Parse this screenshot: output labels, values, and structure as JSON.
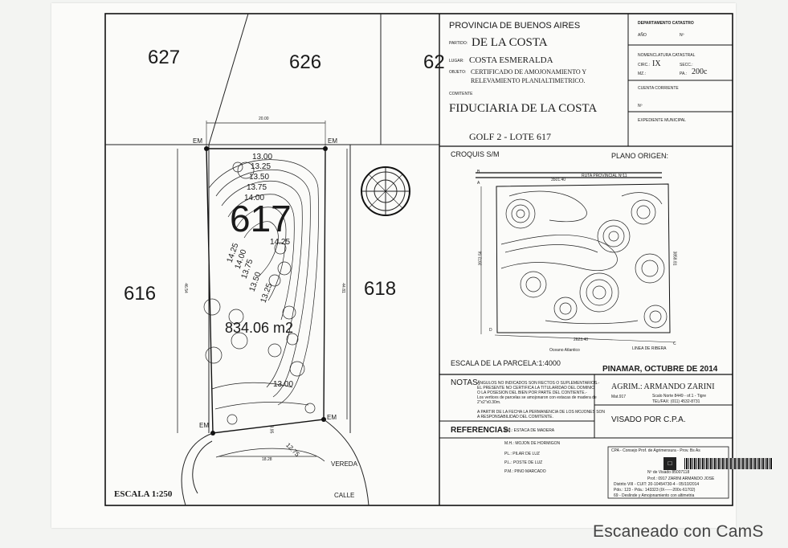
{
  "lots": {
    "n627": "627",
    "n626": "626",
    "n62x": "62",
    "n616": "616",
    "n618": "618",
    "n617": "617",
    "area": "834.06 m2"
  },
  "dimensions": {
    "top_width": "20.00",
    "left_side": "46.54",
    "right_side": "44.81",
    "bottom_width": "18.28",
    "bottom_arc": "12.75",
    "bottom_small": "8.95"
  },
  "contours": [
    "13.00",
    "13.25",
    "13.50",
    "13.75",
    "14.00",
    "14.25",
    "14.00",
    "13.75",
    "13.50",
    "13.25",
    "13.00"
  ],
  "contour_mid": "14.25",
  "contour_bottom": "13.00",
  "markers": {
    "em": "EM"
  },
  "streets": {
    "vereda": "VEREDA",
    "calle": "CALLE"
  },
  "scale_main": "ESCALA 1:250",
  "header": {
    "province": "PROVINCIA DE BUENOS AIRES",
    "partido_label": "PARTIDO:",
    "partido": "DE LA COSTA",
    "lugar_label": "LUGAR:",
    "lugar": "COSTA ESMERALDA",
    "objeto_label": "OBJETO:",
    "objeto1": "CERTIFICADO DE AMOJONAMIENTO Y",
    "objeto2": "RELEVAMIENTO PLANIALTIMETRICO.",
    "comitente_label": "COMITENTE",
    "comitente": "FIDUCIARIA DE LA COSTA",
    "golf": "GOLF 2 - LOTE 617"
  },
  "catastro": {
    "dept": "DEPARTAMENTO CATASTRO",
    "anio": "AÑO",
    "num": "Nº",
    "nomenclatura": "NOMENCLATURA CATASTRAL",
    "circ_label": "CIRC.:",
    "circ": "IX",
    "secc_label": "SECC.:",
    "mz_label": "MZ.:",
    "pa_label": "PA.:",
    "pa": "200c",
    "cuenta": "CUENTA CORRIENTE",
    "n": "Nº",
    "expediente": "EXPEDIENTE MUNICIPAL"
  },
  "croquis": {
    "title": "CROQUIS S/M",
    "origen": "PLANO ORIGEN:",
    "dim_top": "3501.40",
    "dim_bottom": "2623.40",
    "dim_left": "3972.56",
    "dim_right": "3858.81",
    "letter_a": "A",
    "letter_b": "B",
    "letter_c": "C",
    "letter_d": "D",
    "ocean": "Oceano Atlantico",
    "ribera": "LINEA DE RIBERA",
    "ruta": "RUTA PROVINCIAL Nº11"
  },
  "parcel_scale": "ESCALA DE LA PARCELA:1:4000",
  "place_date": "PINAMAR, OCTUBRE DE 2014",
  "notas": {
    "label": "NOTAS:",
    "l1": "ANGULOS NO INDICADOS SON RECTOS O SUPLEMENTARIOS.-",
    "l2": "EL PRESENTE NO CERTIFICA LA TITULARIDAD DEL DOMINIO",
    "l3": "O LA POSESION DEL BIEN POR PARTE DEL CONTIENTE.-",
    "l4": "Los vertices de parcelas se amojonaron con estacas de madera de",
    "l5": "2\"x2\"x0.30m.",
    "l6": "A PARTIR DE LA FECHA LA PERMANENCIA DE LOS MOJONES SON",
    "l7": "A RESPONSABILIDAD DEL COMITENTE."
  },
  "agrim": {
    "name": "AGRIM.: ARMANDO ZARINI",
    "mat": "Mat.917",
    "addr": "Scalo Norte 8449 - of.1 - Tigre",
    "tel": "TEL/FAX: (011) 4532-8731"
  },
  "visado": "VISADO POR C.P.A.",
  "referencias": {
    "label": "REFERENCIAS:",
    "em": "EM.: ESTACA DE MADERA",
    "mh": "M.H.: MOJON DE HORMIGON",
    "pl1": "PL.: PILAR DE LUZ",
    "pl2": "P.L.: POSTE DE LUZ",
    "pm": "P.M.: PINO MARCADO"
  },
  "cpa": {
    "title": "CPA - Consejo Prof. de Agrimensura - Prov. Bs As",
    "visado_num": "Nº de Visado 85007118",
    "prof": "Prof.: 0917 ZARINI ARMANDO JOSE",
    "distrito": "Distrito VIII - CUIT: 20-10454730-4 - 05/10/2014",
    "pdo": "Pdo.: 123 - Pda.: 143323 (IX------200c-61702)",
    "obj": "69 - Deslinde y Amojonamiento con altimetria"
  },
  "watermark": "Escaneado con CamS"
}
